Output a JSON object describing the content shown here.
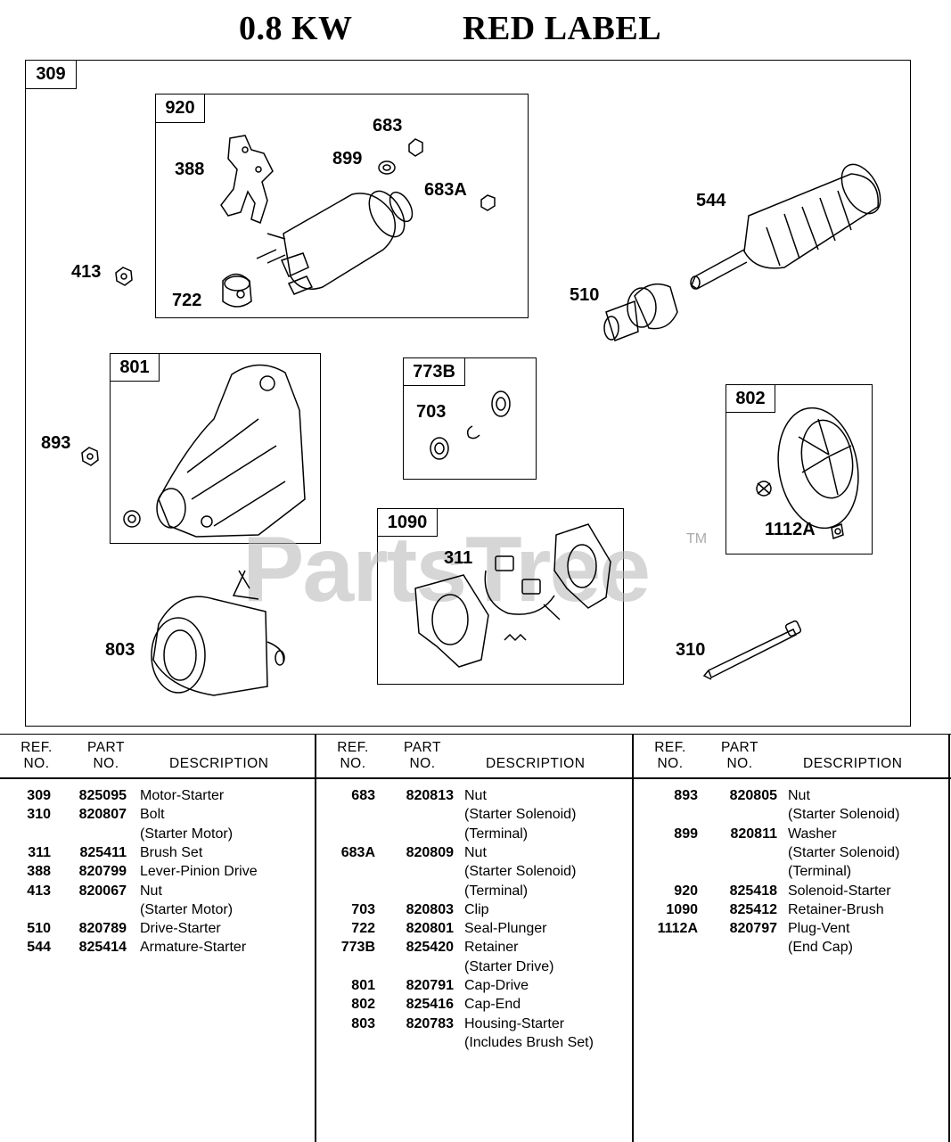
{
  "header": {
    "title_left": "0.8 KW",
    "title_right": "RED LABEL"
  },
  "diagram": {
    "boxes": {
      "b309": "309",
      "b920": "920",
      "b801": "801",
      "b773b": "773B",
      "b802": "802",
      "b1090": "1090"
    },
    "callouts": {
      "c683": "683",
      "c899": "899",
      "c388": "388",
      "c683a": "683A",
      "c544": "544",
      "c413": "413",
      "c722": "722",
      "c510": "510",
      "c703": "703",
      "c893": "893",
      "c1112a": "1112A",
      "c311": "311",
      "c803": "803",
      "c310": "310"
    },
    "watermark": "PartsTree",
    "watermark_tm": "TM"
  },
  "table": {
    "headers": {
      "ref1": "REF.",
      "ref2": "NO.",
      "part1": "PART",
      "part2": "NO.",
      "desc": "DESCRIPTION"
    },
    "col1": [
      {
        "ref": "309",
        "part": "825095",
        "desc": "Motor-Starter"
      },
      {
        "ref": "310",
        "part": "820807",
        "desc": "Bolt"
      },
      {
        "ref": "",
        "part": "",
        "desc": "(Starter Motor)"
      },
      {
        "ref": "311",
        "part": "825411",
        "desc": "Brush Set"
      },
      {
        "ref": "388",
        "part": "820799",
        "desc": "Lever-Pinion Drive"
      },
      {
        "ref": "413",
        "part": "820067",
        "desc": "Nut"
      },
      {
        "ref": "",
        "part": "",
        "desc": "(Starter Motor)"
      },
      {
        "ref": "510",
        "part": "820789",
        "desc": "Drive-Starter"
      },
      {
        "ref": "544",
        "part": "825414",
        "desc": "Armature-Starter"
      }
    ],
    "col2": [
      {
        "ref": "683",
        "part": "820813",
        "desc": "Nut"
      },
      {
        "ref": "",
        "part": "",
        "desc": "(Starter Solenoid)"
      },
      {
        "ref": "",
        "part": "",
        "desc": "(Terminal)"
      },
      {
        "ref": "683A",
        "part": "820809",
        "desc": "Nut"
      },
      {
        "ref": "",
        "part": "",
        "desc": "(Starter Solenoid)"
      },
      {
        "ref": "",
        "part": "",
        "desc": "(Terminal)"
      },
      {
        "ref": "703",
        "part": "820803",
        "desc": "Clip"
      },
      {
        "ref": "722",
        "part": "820801",
        "desc": "Seal-Plunger"
      },
      {
        "ref": "773B",
        "part": "825420",
        "desc": "Retainer"
      },
      {
        "ref": "",
        "part": "",
        "desc": "(Starter Drive)"
      },
      {
        "ref": "801",
        "part": "820791",
        "desc": "Cap-Drive"
      },
      {
        "ref": "802",
        "part": "825416",
        "desc": "Cap-End"
      },
      {
        "ref": "803",
        "part": "820783",
        "desc": "Housing-Starter"
      },
      {
        "ref": "",
        "part": "",
        "desc": "(Includes Brush Set)"
      }
    ],
    "col3": [
      {
        "ref": "893",
        "part": "820805",
        "desc": "Nut"
      },
      {
        "ref": "",
        "part": "",
        "desc": "(Starter Solenoid)"
      },
      {
        "ref": "899",
        "part": "820811",
        "desc": "Washer"
      },
      {
        "ref": "",
        "part": "",
        "desc": "(Starter Solenoid)"
      },
      {
        "ref": "",
        "part": "",
        "desc": "(Terminal)"
      },
      {
        "ref": "920",
        "part": "825418",
        "desc": "Solenoid-Starter"
      },
      {
        "ref": "1090",
        "part": "825412",
        "desc": "Retainer-Brush"
      },
      {
        "ref": "1112A",
        "part": "820797",
        "desc": "Plug-Vent"
      },
      {
        "ref": "",
        "part": "",
        "desc": "(End Cap)"
      }
    ]
  }
}
